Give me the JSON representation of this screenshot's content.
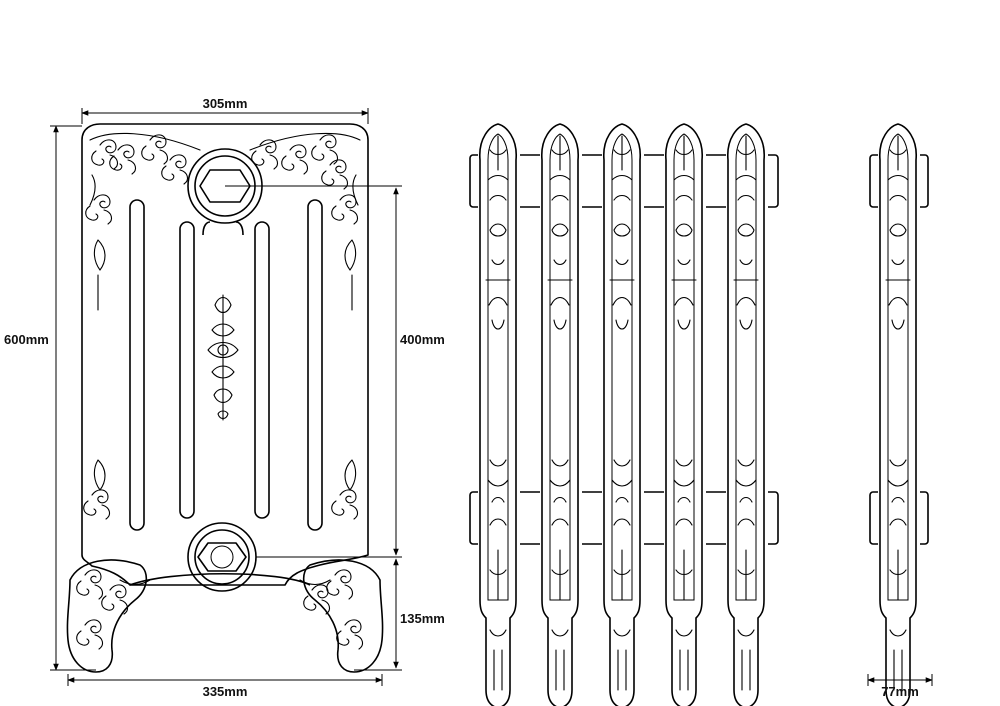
{
  "dimensions": {
    "top_width": "305mm",
    "bottom_width": "335mm",
    "total_height": "600mm",
    "connection_height": "400mm",
    "foot_height": "135mm",
    "depth": "77mm"
  }
}
